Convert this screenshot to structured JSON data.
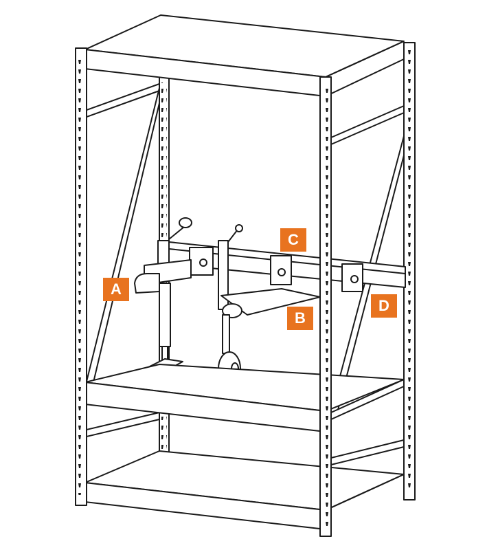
{
  "colors": {
    "line": "#1a1a1a",
    "background": "#ffffff",
    "callout": "#e8731f",
    "callout_text": "#ffffff"
  },
  "callouts": [
    {
      "id": "a",
      "label": "A"
    },
    {
      "id": "b",
      "label": "B"
    },
    {
      "id": "c",
      "label": "C"
    },
    {
      "id": "d",
      "label": "D"
    }
  ]
}
